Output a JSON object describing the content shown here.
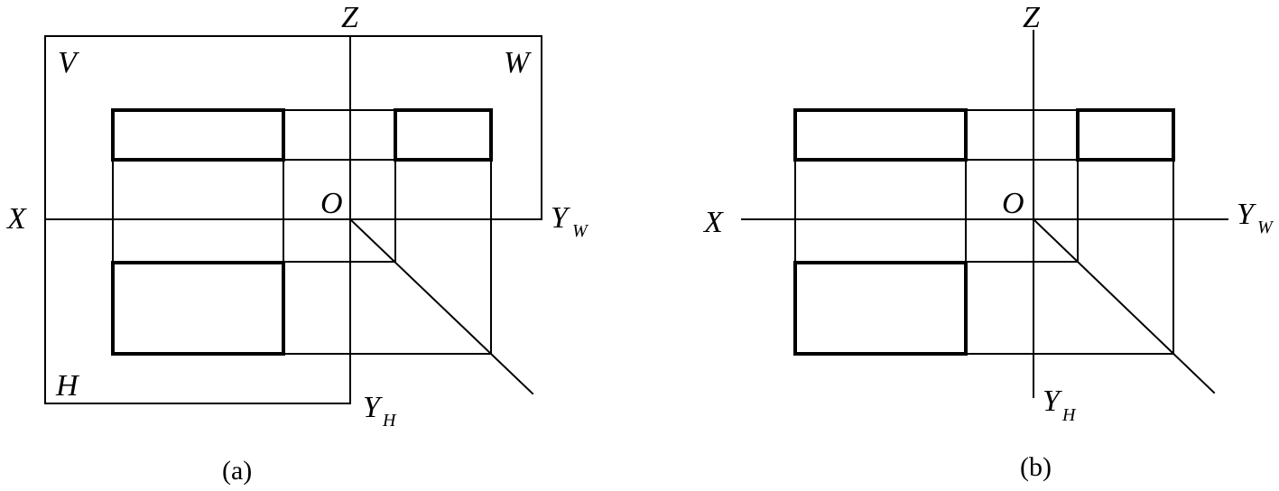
{
  "panel_a": {
    "caption": "(a)",
    "label_x": "X",
    "label_z": "Z",
    "label_o": "O",
    "label_yw_main": "Y",
    "label_yw_sub": "W",
    "label_yh_main": "Y",
    "label_yh_sub": "H",
    "plane_v": "V",
    "plane_w": "W",
    "plane_h": "H"
  },
  "panel_b": {
    "caption": "(b)",
    "label_x": "X",
    "label_z": "Z",
    "label_o": "O",
    "label_yw_main": "Y",
    "label_yw_sub": "W",
    "label_yh_main": "Y",
    "label_yh_sub": "H"
  }
}
